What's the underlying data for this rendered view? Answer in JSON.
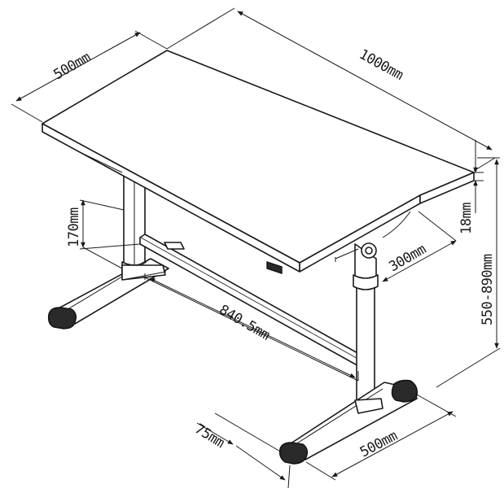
{
  "dimensions": {
    "depth_top": "500mm",
    "width_top": "1000mm",
    "thickness": "18mm",
    "height_range": "550-890mm",
    "crossbar_drop": "170mm",
    "crank_offset": "300mm",
    "crossbar_length": "840.5mm",
    "foot_width": "75mm",
    "foot_length": "500mm"
  }
}
